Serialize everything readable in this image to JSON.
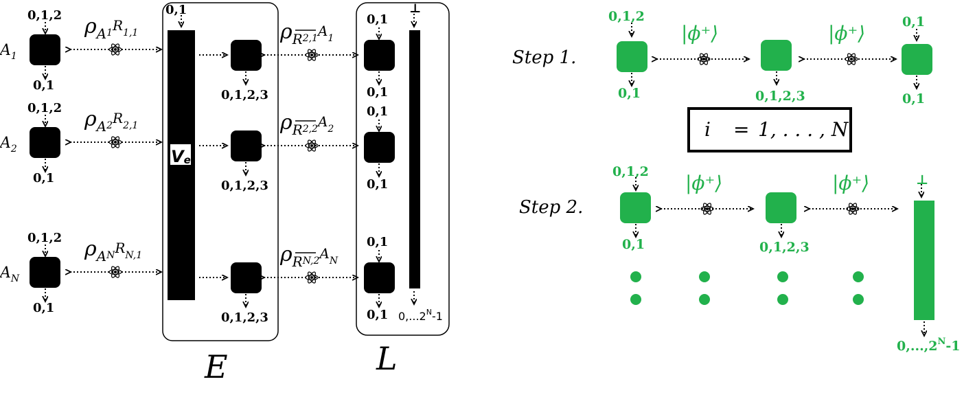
{
  "left": {
    "rows": [
      {
        "party": "A",
        "party_sub": "1",
        "in_label": "0,1,2",
        "out_label": "0,1",
        "rho_left": {
          "base": "ρ",
          "sub": "A",
          "subsub": "1",
          "sub2": "R",
          "sub2sub": "1,1"
        },
        "mid_out": "0,1,2,3",
        "rho_right": {
          "base": "ρ",
          "sub": "R",
          "sub2": "2,1",
          "sub3": "A",
          "sub3sub": "1"
        },
        "l_in": "0,1",
        "l_out": "0,1"
      },
      {
        "party": "A",
        "party_sub": "2",
        "in_label": "0,1,2",
        "out_label": "0,1",
        "rho_left": {
          "base": "ρ",
          "sub": "A",
          "subsub": "2",
          "sub2": "R",
          "sub2sub": "2,1"
        },
        "mid_out": "0,1,2,3",
        "rho_right": {
          "base": "ρ",
          "sub": "R",
          "sub2": "2,2",
          "sub3": "A",
          "sub3sub": "2"
        },
        "l_in": "0,1",
        "l_out": "0,1"
      },
      {
        "party": "A",
        "party_sub": "N",
        "in_label": "0,1,2",
        "out_label": "0,1",
        "rho_left": {
          "base": "ρ",
          "sub": "A",
          "subsub": "N",
          "sub2": "R",
          "sub2sub": "N,1"
        },
        "mid_out": "0,1,2,3",
        "rho_right": {
          "base": "ρ",
          "sub": "R",
          "sub2": "N,2",
          "sub3": "A",
          "sub3sub": "N"
        },
        "l_in": "0,1",
        "l_out": "0,1"
      }
    ],
    "e_top_label": "0,1",
    "ve_label": "V",
    "ve_sub": "e",
    "l_bar_top": "⊥",
    "l_bar_out": "0,...2",
    "l_bar_out_sup": "N",
    "l_bar_out_tail": "-1",
    "box_e_label": "E",
    "box_l_label": "L"
  },
  "right": {
    "step1": {
      "label": "Step 1.",
      "in_label": "0,1,2",
      "out1": "0,1",
      "state1": "|ϕ⁺⟩",
      "out2": "0,1,2,3",
      "state2": "|ϕ⁺⟩",
      "in3": "0,1",
      "out3": "0,1"
    },
    "range": {
      "var": "i",
      "eq": "=",
      "text": "1, . . . , N"
    },
    "step2": {
      "label": "Step 2.",
      "in_label": "0,1,2",
      "out1": "0,1",
      "state1": "|ϕ⁺⟩",
      "out2": "0,1,2,3",
      "state2": "|ϕ⁺⟩",
      "bar_top": "⊥",
      "bar_out": "0,...,2",
      "bar_out_sup": "N",
      "bar_out_tail": "-1"
    }
  },
  "colors": {
    "black": "#000000",
    "green": "#22b14c"
  },
  "icons": [
    "atom-icon",
    "dotted-arrow-icon"
  ]
}
